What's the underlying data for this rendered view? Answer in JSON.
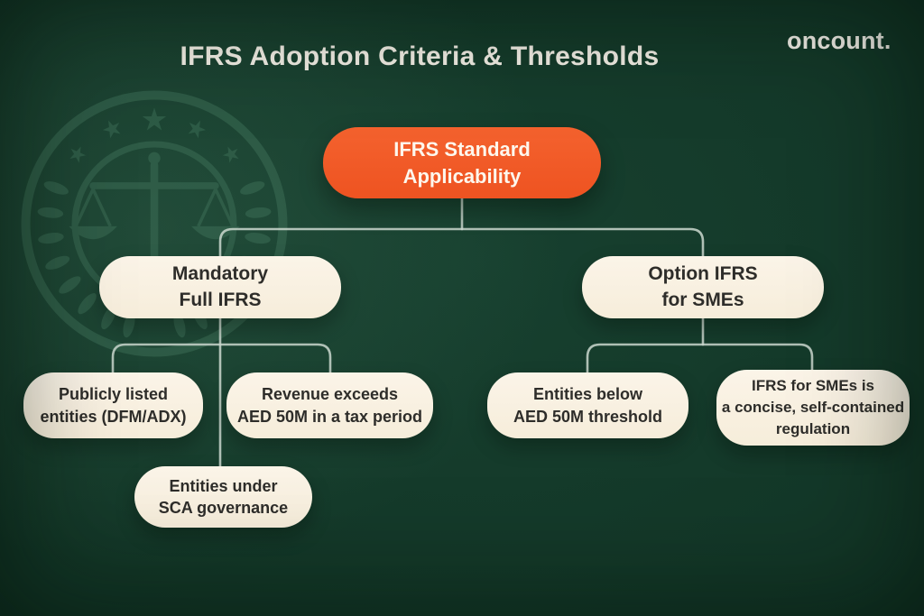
{
  "header": {
    "title": "IFRS Adoption Criteria & Thresholds",
    "brand": "oncount."
  },
  "colors": {
    "background_green": "#123526",
    "accent_orange": "#f15a27",
    "node_cream": "#f8f0e2",
    "connector": "#cbd8cf",
    "title_text": "#f3efe6",
    "node_text": "#2e2d2a",
    "watermark_green": "#3e7058"
  },
  "icons": {
    "watermark": "scales-of-justice-emblem"
  },
  "tree": {
    "root": {
      "label": "IFRS Standard\nApplicability"
    },
    "branches": [
      {
        "id": "mandatory",
        "label": "Mandatory\nFull IFRS"
      },
      {
        "id": "optional",
        "label": "Option IFRS\nfor SMEs"
      }
    ],
    "leaves": [
      {
        "parent": "mandatory",
        "label": "Publicly listed\nentities (DFM/ADX)"
      },
      {
        "parent": "mandatory",
        "label": "Revenue exceeds\nAED 50M in a tax period"
      },
      {
        "parent": "mandatory",
        "label": "Entities under\nSCA governance"
      },
      {
        "parent": "optional",
        "label": "Entities below\nAED 50M threshold"
      },
      {
        "parent": "optional",
        "label": "IFRS for SMEs is\na concise, self-contained\nregulation"
      }
    ]
  }
}
